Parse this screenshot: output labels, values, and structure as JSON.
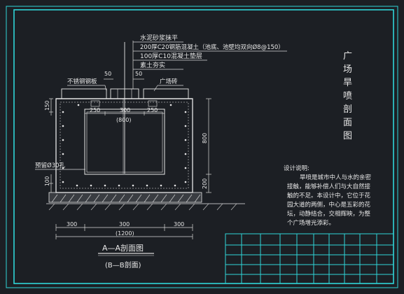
{
  "colors": {
    "background": "#1c1f24",
    "frame": "#2fd6d8",
    "structure": "#e8e8e8",
    "dimension": "#d8d8d8",
    "text": "#e6e6e6"
  },
  "layers": {
    "l1": "水泥砂浆抹平",
    "l2": "200厚C20钢筋混凝土（池底、池壁均双向Ø8@150）",
    "l3": "100厚C10混凝土垫层",
    "l4": "素土夯实"
  },
  "labels": {
    "steel_plate": "不锈钢钢板",
    "paving": "广场砖",
    "drain_hole": "预留Ø30孔"
  },
  "dims": {
    "top50": "50",
    "top50b": "50",
    "d250a": "250",
    "d300": "300",
    "d250b": "250",
    "d800": "(800)",
    "d150": "150",
    "d100": "100",
    "v800": "800",
    "v200": "200",
    "b300a": "300",
    "b300b": "300",
    "b300c": "300",
    "b1200": "(1200)"
  },
  "title": {
    "vertical": [
      "广",
      "场",
      "旱",
      "喷",
      "剖",
      "面",
      "图"
    ],
    "section_main": "A—A剖面图",
    "section_sub": "(B—B剖面)"
  },
  "notes": {
    "heading": "设计说明:",
    "lines": [
      "旱喷是城市中人与水的亲密",
      "接触，能够补偿人们与大自然接",
      "触的不足。本设计中，它位于花",
      "园大道的两侧，中心是五彩的花",
      "坛，动静结合，交相辉映，为整",
      "个广场增光添彩。"
    ]
  }
}
